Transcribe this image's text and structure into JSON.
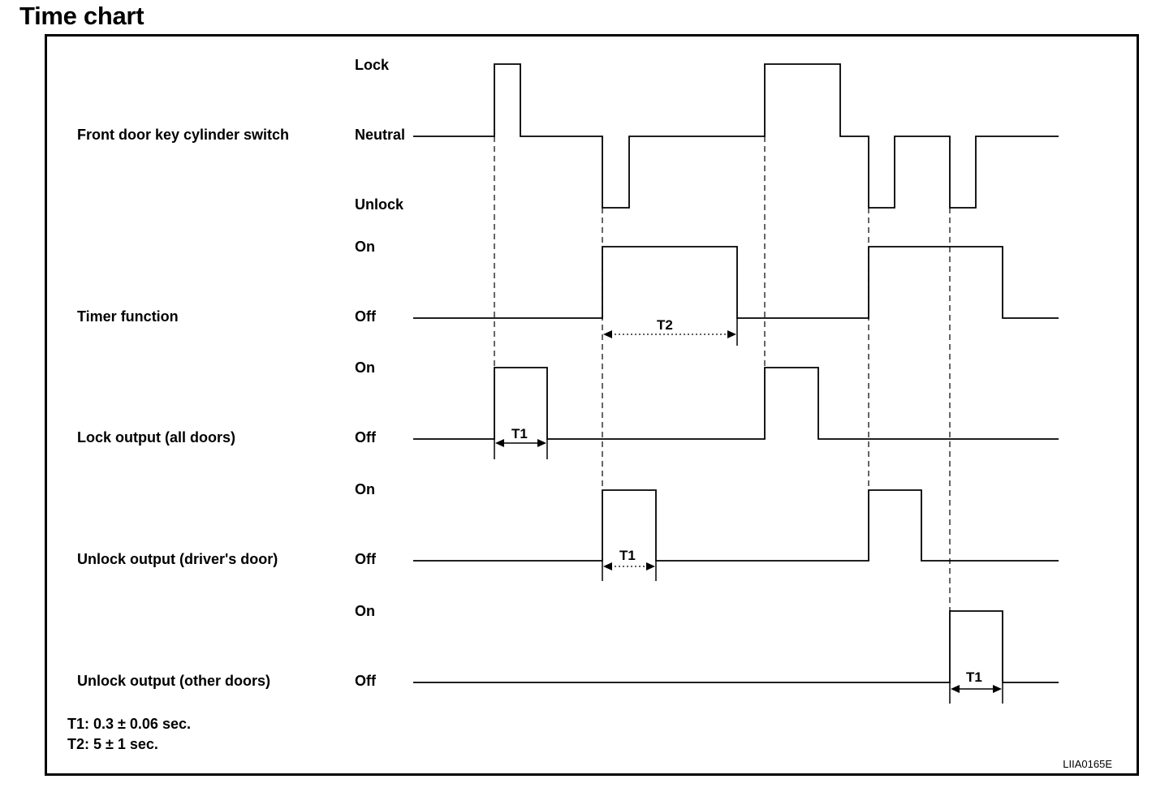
{
  "title": "Time chart",
  "signals": [
    {
      "id": "front-door-key-cylinder-switch",
      "name": "Front door key cylinder switch",
      "levels": [
        "Lock",
        "Neutral",
        "Unlock"
      ]
    },
    {
      "id": "timer-function",
      "name": "Timer function",
      "levels": [
        "On",
        "Off"
      ]
    },
    {
      "id": "lock-output-all-doors",
      "name": "Lock output (all doors)",
      "levels": [
        "On",
        "Off"
      ]
    },
    {
      "id": "unlock-output-drivers-door",
      "name": "Unlock output (driver's door)",
      "levels": [
        "On",
        "Off"
      ]
    },
    {
      "id": "unlock-output-other-doors",
      "name": "Unlock output (other doors)",
      "levels": [
        "On",
        "Off"
      ]
    }
  ],
  "intervals": {
    "t1": "T1",
    "t2": "T2"
  },
  "notes": [
    "T1: 0.3 ± 0.06 sec.",
    "T2: 5 ± 1 sec."
  ],
  "figure_code": "LIIA0165E"
}
